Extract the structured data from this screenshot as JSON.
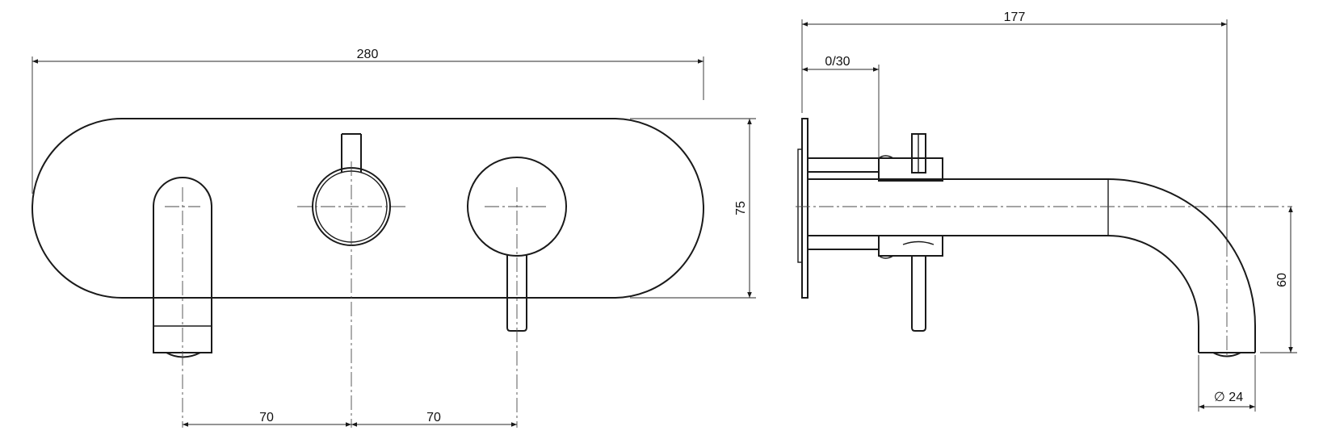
{
  "front_view": {
    "dimensions": {
      "overall_width": "280",
      "plate_height": "75",
      "spacing_left": "70",
      "spacing_right": "70"
    }
  },
  "side_view": {
    "dimensions": {
      "overall_projection": "177",
      "wall_depth_range": "0/30",
      "spout_drop": "60",
      "outlet_diameter": "∅ 24"
    }
  }
}
